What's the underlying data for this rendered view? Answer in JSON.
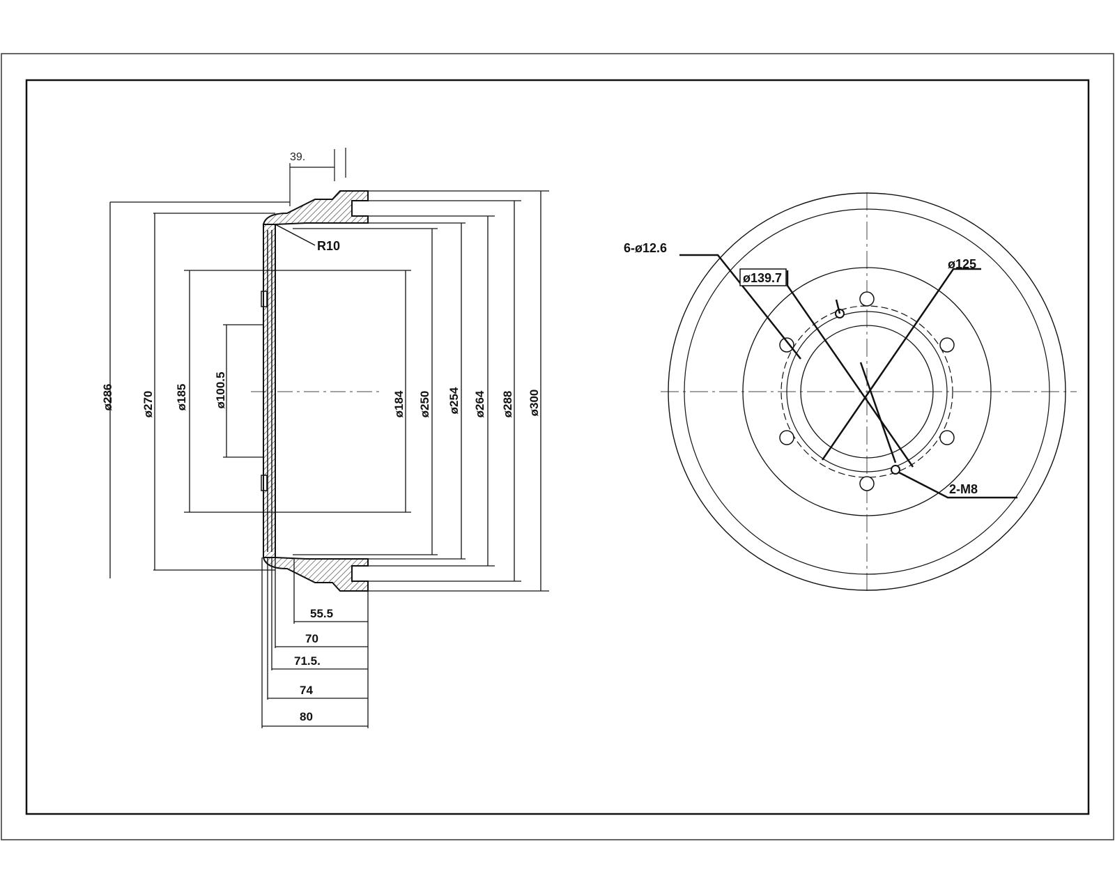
{
  "section_view": {
    "top_dim": "39.",
    "radius_label": "R10",
    "diameters": {
      "d286": "ø286",
      "d270": "ø270",
      "d185": "ø185",
      "d100_5": "ø100.5",
      "d184": "ø184",
      "d250": "ø250",
      "d254": "ø254",
      "d264": "ø264",
      "d288": "ø288",
      "d300": "ø300"
    },
    "depths": {
      "d55_5": "55.5",
      "d70": "70",
      "d71_5": "71.5.",
      "d74": "74",
      "d80": "80"
    }
  },
  "front_view": {
    "bolt_holes": "6-ø12.6",
    "pcd": "ø139.7",
    "pilot": "ø125",
    "threaded": "2-M8"
  }
}
